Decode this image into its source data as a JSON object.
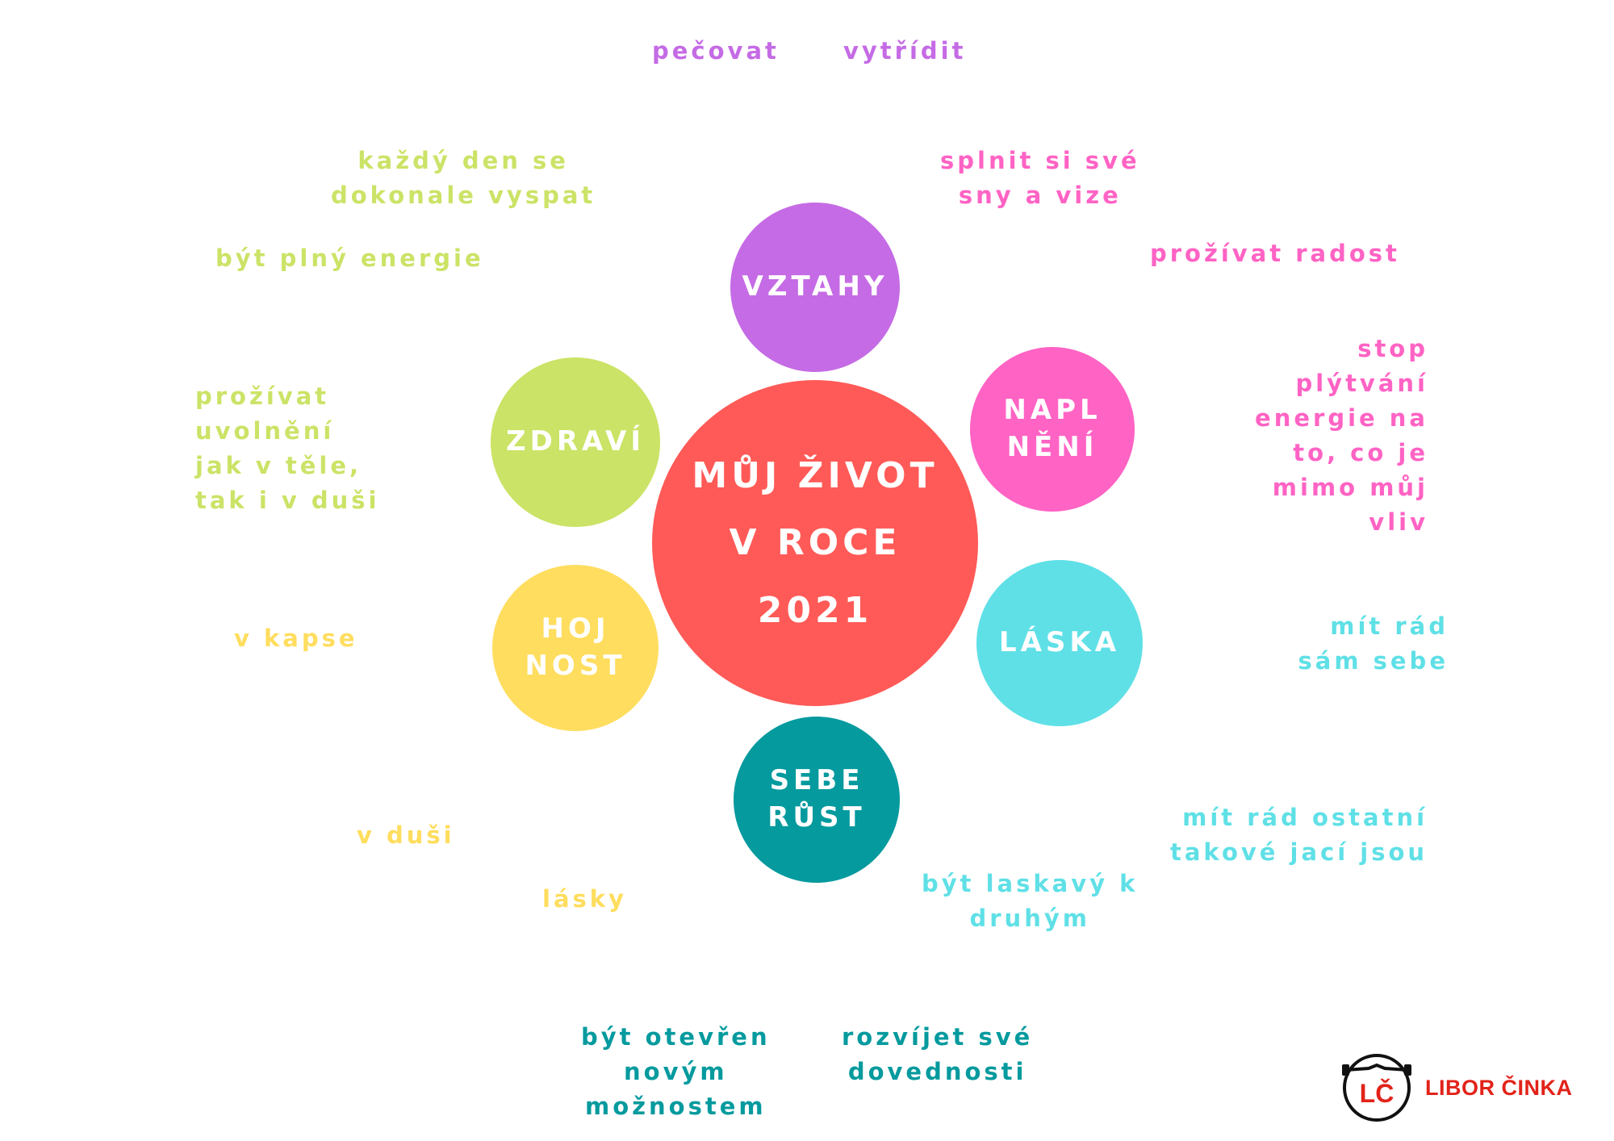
{
  "center": "MŮJ ŽIVOT\nV ROCE\n2021",
  "areas": {
    "vztahy": "VZTAHY",
    "naplneni": "NAPL\nNĚNÍ",
    "zdravi": "ZDRAVÍ",
    "laska": "LÁSKA",
    "hojnost": "HOJ\nNOST",
    "seberust": "SEBE\nRŮST"
  },
  "labels": {
    "pecovat": "pečovat",
    "vytridit": "vytřídit",
    "kazdy_den": "každý den se\ndokonale vyspat",
    "plny_energie": "být plný energie",
    "uvolneni": "prožívat\nuvolnění\njak v těle,\ntak i v duši",
    "v_kapse": "v kapse",
    "v_dusi": "v duši",
    "lasky": "lásky",
    "splnit": "splnit si své\nsny a vize",
    "radost": "prožívat radost",
    "stop": "stop\nplýtvání\nenergie na\nto, co je\nmimo můj\nvliv",
    "rad_sebe": "mít rád\nsám sebe",
    "rad_ostatni": "mít rád ostatní\ntakové jací jsou",
    "laskavy": "být laskavý k\ndruhým",
    "otevren": "být otevřen\nnovým\nmožnostem",
    "rozvijet": "rozvíjet své\ndovednosti"
  },
  "logo": {
    "initials": "LČ",
    "name": "LIBOR ČINKA"
  },
  "colors": {
    "center": "#ff5a57",
    "vztahy": "#c56be5",
    "naplneni": "#ff63c4",
    "zdravi": "#cbe366",
    "laska": "#5fe0e6",
    "hojnost": "#ffdd5e",
    "seberust": "#049a9e",
    "logo_red": "#e2231a"
  }
}
